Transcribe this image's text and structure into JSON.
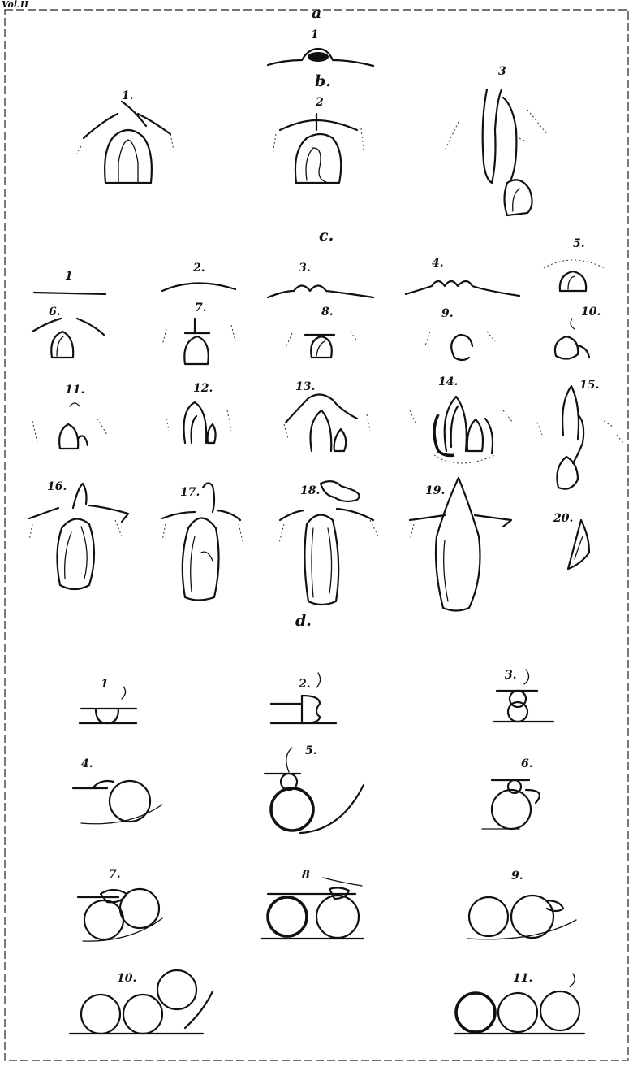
{
  "plate": {
    "corner_label": "Vol.II",
    "sections": {
      "a": {
        "label": "a",
        "figures": [
          {
            "label": "1"
          }
        ]
      },
      "b": {
        "label": "b.",
        "figures": [
          {
            "label": "1."
          },
          {
            "label": "2"
          },
          {
            "label": "3"
          }
        ]
      },
      "c": {
        "label": "c.",
        "figures": [
          {
            "label": "1"
          },
          {
            "label": "2."
          },
          {
            "label": "3."
          },
          {
            "label": "4."
          },
          {
            "label": "5."
          },
          {
            "label": "6."
          },
          {
            "label": "7."
          },
          {
            "label": "8."
          },
          {
            "label": "9."
          },
          {
            "label": "10."
          },
          {
            "label": "11."
          },
          {
            "label": "12."
          },
          {
            "label": "13."
          },
          {
            "label": "14."
          },
          {
            "label": "15."
          },
          {
            "label": "16."
          },
          {
            "label": "17."
          },
          {
            "label": "18."
          },
          {
            "label": "19."
          },
          {
            "label": "20."
          }
        ]
      },
      "d": {
        "label": "d.",
        "figures": [
          {
            "label": "1"
          },
          {
            "label": "2."
          },
          {
            "label": "3."
          },
          {
            "label": "4."
          },
          {
            "label": "5."
          },
          {
            "label": "6."
          },
          {
            "label": "7."
          },
          {
            "label": "8"
          },
          {
            "label": "9."
          },
          {
            "label": "10."
          },
          {
            "label": "11."
          }
        ]
      }
    }
  }
}
